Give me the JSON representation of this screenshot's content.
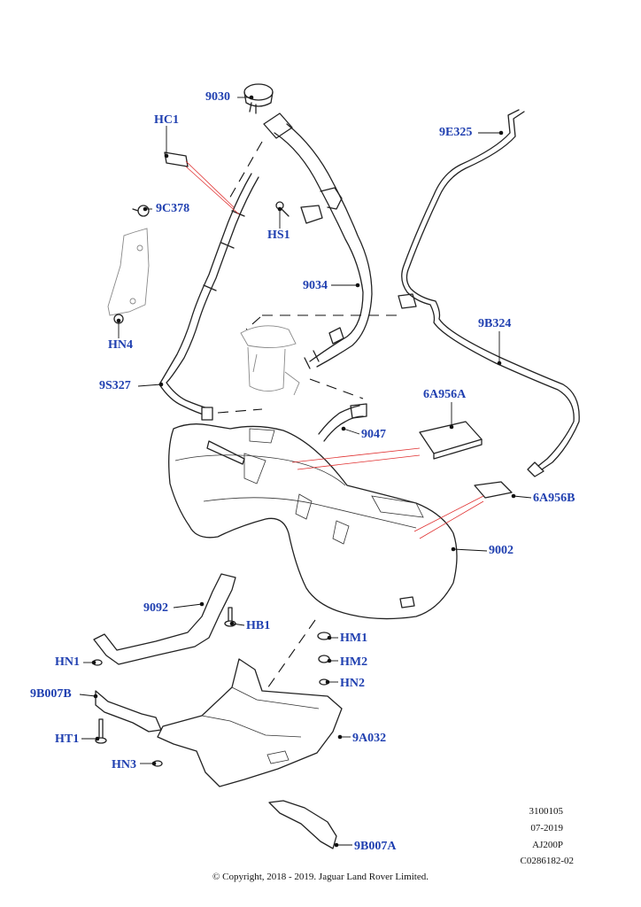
{
  "callouts": {
    "c9030": "9030",
    "cHC1": "HC1",
    "c9E325": "9E325",
    "c9C378": "9C378",
    "cHS1": "HS1",
    "c9034": "9034",
    "cHN4": "HN4",
    "c9B324": "9B324",
    "c9S327": "9S327",
    "c6A956A": "6A956A",
    "c9047": "9047",
    "c6A956B": "6A956B",
    "c9002": "9002",
    "c9092": "9092",
    "cHB1": "HB1",
    "cHM1": "HM1",
    "cHN1": "HN1",
    "cHM2": "HM2",
    "cHN2": "HN2",
    "c9B007B": "9B007B",
    "cHT1": "HT1",
    "c9A032": "9A032",
    "cHN3": "HN3",
    "c9B007A": "9B007A"
  },
  "footer": {
    "ref_number": "3100105",
    "date": "07-2019",
    "model": "AJ200P",
    "drawing_id": "C0286182-02",
    "copyright": "© Copyright, 2018 - 2019. Jaguar Land Rover Limited."
  },
  "colors": {
    "callout": "#1f3fb0",
    "leader_red": "#e03030"
  }
}
